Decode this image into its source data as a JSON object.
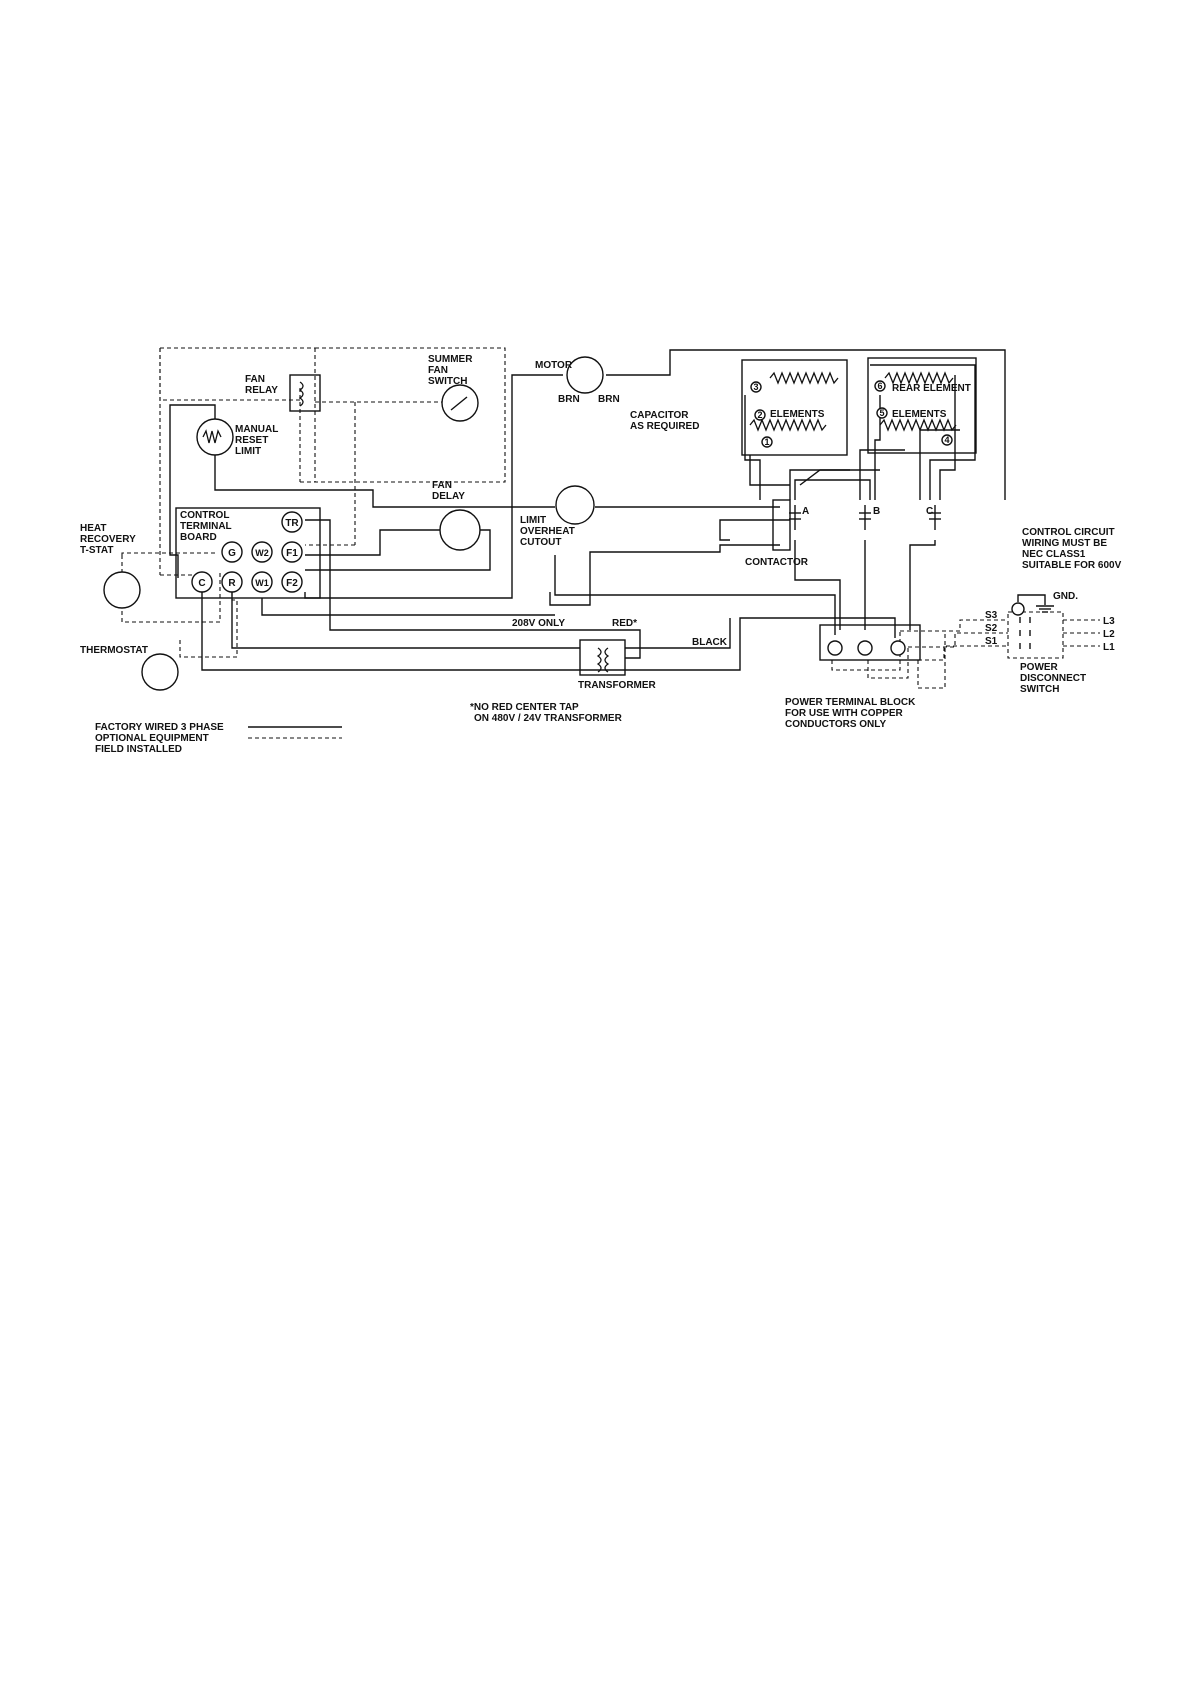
{
  "labels": {
    "fan_relay_1": "FAN",
    "fan_relay_2": "RELAY",
    "summer_1": "SUMMER",
    "summer_2": "FAN",
    "summer_3": "SWITCH",
    "manual_1": "MANUAL",
    "manual_2": "RESET",
    "manual_3": "LIMIT",
    "motor": "MOTOR",
    "brn_left": "BRN",
    "brn_right": "BRN",
    "capacitor_1": "CAPACITOR",
    "capacitor_2": "AS REQUIRED",
    "fan_delay_1": "FAN",
    "fan_delay_2": "DELAY",
    "limit_1": "LIMIT",
    "limit_2": "OVERHEAT",
    "limit_3": "CUTOUT",
    "ctb_1": "CONTROL",
    "ctb_2": "TERMINAL",
    "ctb_3": "BOARD",
    "heat_1": "HEAT",
    "heat_2": "RECOVERY",
    "heat_3": "T-STAT",
    "thermostat": "THERMOSTAT",
    "contactor": "CONTACTOR",
    "rear_element": "REAR ELEMENT",
    "elements_left": "ELEMENTS",
    "elements_right": "ELEMENTS",
    "phase_a": "A",
    "phase_b": "B",
    "phase_c": "C",
    "v208": "208V  ONLY",
    "red": "RED*",
    "black": "BLACK",
    "transformer": "TRANSFORMER",
    "note_1": "*NO RED CENTER TAP",
    "note_2": "ON 480V / 24V TRANSFORMER",
    "ptb_1": "POWER TERMINAL BLOCK",
    "ptb_2": "FOR USE WITH COPPER",
    "ptb_3": "CONDUCTORS ONLY",
    "ccw_1": "CONTROL CIRCUIT",
    "ccw_2": "WIRING MUST BE",
    "ccw_3": "NEC CLASS1",
    "ccw_4": "SUITABLE FOR 600V",
    "gnd": "GND.",
    "s3": "S3",
    "s2": "S2",
    "s1": "S1",
    "l3": "L3",
    "l2": "L2",
    "l1": "L1",
    "pds_1": "POWER",
    "pds_2": "DISCONNECT",
    "pds_3": "SWITCH",
    "legend_factory": "FACTORY WIRED 3 PHASE",
    "legend_optional": "OPTIONAL EQUIPMENT",
    "legend_field": "FIELD INSTALLED"
  },
  "terminals": {
    "tr": "TR",
    "g": "G",
    "w2": "W2",
    "f1": "F1",
    "c": "C",
    "r": "R",
    "w1": "W1",
    "f2": "F2"
  },
  "element_numbers": [
    "1",
    "2",
    "3",
    "4",
    "5",
    "6"
  ]
}
